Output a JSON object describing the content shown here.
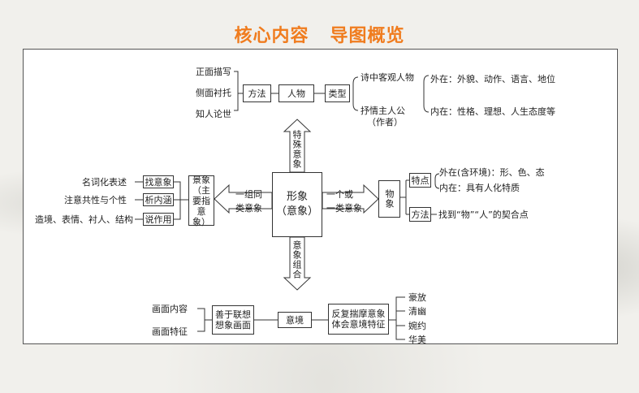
{
  "title": {
    "part1": "核心内容",
    "part2": "导图概览"
  },
  "top": {
    "methods": [
      "正面描写",
      "侧面衬托",
      "知人论世"
    ],
    "method_box": "方法",
    "person_box": "人物",
    "type_box": "类型",
    "type1": "诗中客观人物",
    "type2_line1": "抒情主人公",
    "type2_line2": "（作者）",
    "outer": "外在：外貌、动作、语言、地位",
    "inner": "内在：性格、理想、人生态度等",
    "arrow_label": "特殊意象"
  },
  "left": {
    "items": [
      "名词化表述",
      "注意共性与个性",
      "造境、表情、衬人、结构"
    ],
    "boxes": [
      "找意象",
      "析内涵",
      "说作用"
    ],
    "scene_box": "景象（主要指意象）",
    "arrow_label_1": "一组同",
    "arrow_label_2": "类意象"
  },
  "center": {
    "line1": "形象",
    "line2": "（意象）"
  },
  "right": {
    "arrow_label_1": "一个或",
    "arrow_label_2": "一类意象",
    "object_box": "物象",
    "feature_box": "特点",
    "feature_outer": "外在(含环境)：形、色、态",
    "feature_inner": "内在：具有人化特质",
    "method_box": "方法",
    "method_text": "找到“物”“人”的契合点"
  },
  "bottom": {
    "arrow_label": "意象组合",
    "items": [
      "画面内容",
      "画面特征"
    ],
    "imagine_box_1": "善于联想",
    "imagine_box_2": "想象画面",
    "realm_box": "意境",
    "depict_box_1": "反复揣摩意象",
    "depict_box_2": "体会意境特征",
    "styles": [
      "豪放",
      "清幽",
      "婉约",
      "华美"
    ]
  }
}
